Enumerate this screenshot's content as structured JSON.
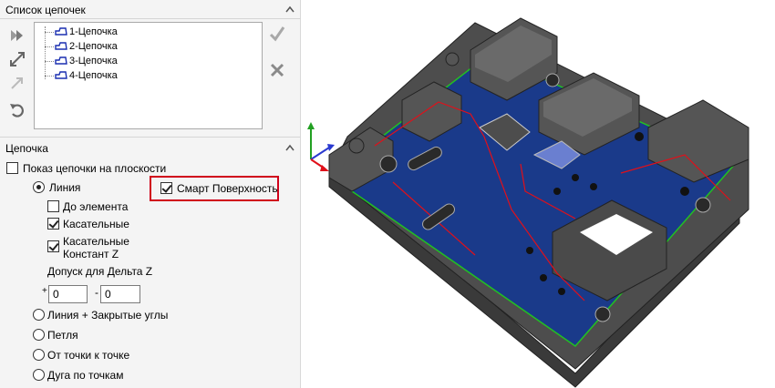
{
  "chain_list_section": {
    "title": "Список цепочек",
    "items": [
      {
        "label": "1-Цепочка"
      },
      {
        "label": "2-Цепочка"
      },
      {
        "label": "3-Цепочка"
      },
      {
        "label": "4-Цепочка"
      }
    ]
  },
  "chain_section": {
    "title": "Цепочка",
    "show_on_plane": {
      "label": "Показ цепочки на плоскости",
      "checked": false
    },
    "smart_surface": {
      "label": "Смарт Поверхность",
      "checked": true
    },
    "mode_line": {
      "label": "Линия",
      "selected": true
    },
    "to_element": {
      "label": "До элемента",
      "checked": false
    },
    "tangent": {
      "label": "Касательные",
      "checked": true
    },
    "tangent_const_z_line1": "Касательные",
    "tangent_const_z_line2": "Констант Z",
    "tangent_const_z_checked": true,
    "delta_z_label": "Допуск для Дельта Z",
    "plus_sign": "+",
    "minus_sign": "-",
    "plus_value": "0",
    "minus_value": "0",
    "mode_line_closed_corners": {
      "label": "Линия + Закрытые углы",
      "selected": false
    },
    "mode_loop": {
      "label": "Петля",
      "selected": false
    },
    "mode_point_to_point": {
      "label": "От точки к точке",
      "selected": false
    },
    "mode_arc_by_points": {
      "label": "Дуга по точкам",
      "selected": false
    }
  },
  "colors": {
    "highlight_box": "#d0021b",
    "part_face": "#1a3a8a",
    "part_body": "#4a4a4a",
    "chain_line": "#e0101a",
    "edge_green": "#22c022"
  },
  "icons": [
    "fast-forward-icon",
    "expand-arrows-icon",
    "shrink-arrow-icon",
    "undo-icon",
    "ok-check-icon",
    "cancel-x-icon",
    "collapse-arrow-icon",
    "chain-icon",
    "triad-axes-icon"
  ]
}
